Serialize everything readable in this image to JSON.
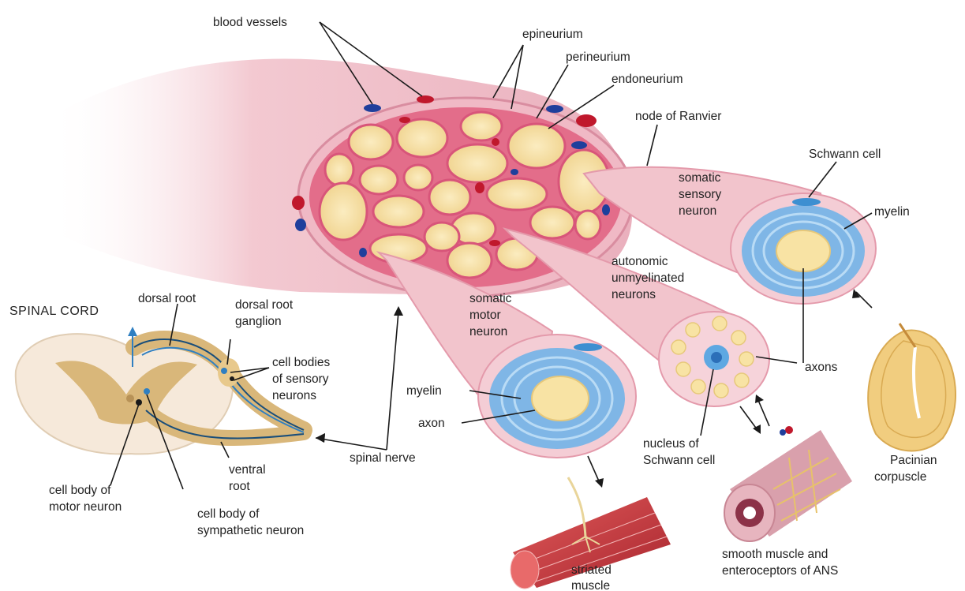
{
  "labels": {
    "blood_vessels": "blood vessels",
    "epineurium": "epineurium",
    "perineurium": "perineurium",
    "endoneurium": "endoneurium",
    "node_of_ranvier": "node of Ranvier",
    "schwann_cell": "Schwann cell",
    "somatic_sensory": [
      "somatic",
      "sensory",
      "neuron"
    ],
    "myelin_right": "myelin",
    "autonomic": [
      "autonomic",
      "unmyelinated",
      "neurons"
    ],
    "somatic_motor": [
      "somatic",
      "motor",
      "neuron"
    ],
    "myelin_left": "myelin",
    "axon": "axon",
    "axons": "axons",
    "nucleus_schwann": [
      "nucleus of",
      "Schwann cell"
    ],
    "pacinian": [
      "Pacinian",
      "corpuscle"
    ],
    "spinal_cord": "SPINAL CORD",
    "dorsal_root": "dorsal root",
    "dorsal_root_ganglion": [
      "dorsal root",
      "ganglion"
    ],
    "cell_bodies_sensory": [
      "cell bodies",
      "of sensory",
      "neurons"
    ],
    "spinal_nerve": "spinal nerve",
    "ventral_root": [
      "ventral",
      "root"
    ],
    "cell_body_motor": [
      "cell body of",
      "motor neuron"
    ],
    "cell_body_sympathetic": [
      "cell body of",
      "sympathetic neuron"
    ],
    "striated_muscle": [
      "striated",
      "muscle"
    ],
    "smooth_muscle": [
      "smooth muscle and",
      "enteroceptors of ANS"
    ]
  },
  "colors": {
    "nerve_pink": "#f2c4cc",
    "perineurium_red": "#e06a86",
    "fascicle_yellow": "#f8e3a4",
    "myelin_blue": "#7fb6e6",
    "vessel_red": "#c0182c",
    "vessel_blue": "#1f3f9c",
    "cord_tan": "#d9b77a"
  }
}
